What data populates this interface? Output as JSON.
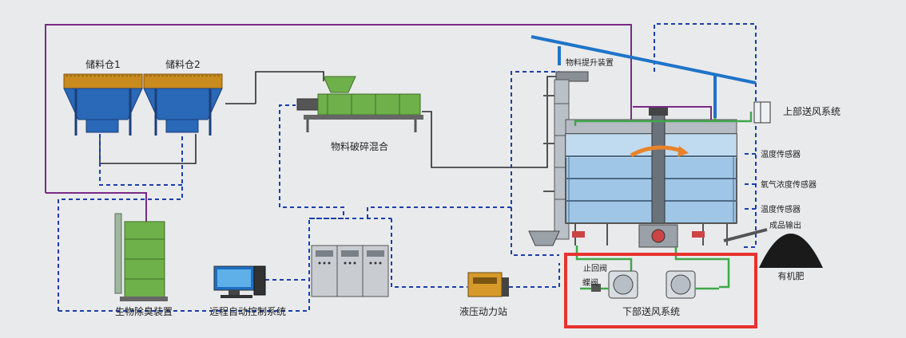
{
  "labels": {
    "silo1": "储料仓1",
    "silo2": "储料仓2",
    "crusher": "物料破碎混合",
    "lift": "物料提升装置",
    "upper_air": "上部送风系统",
    "temp_sensor_top": "温度传感器",
    "oxygen_sensor": "氧气浓度传感器",
    "temp_sensor_bottom": "温度传感器",
    "product_output": "成品输出",
    "fertilizer": "有机肥",
    "deodorizer": "生物除臭装置",
    "remote_control": "远程自动控制系统",
    "hydraulic": "液压动力站",
    "lower_air": "下部送风系统",
    "check_valve": "止回阀",
    "damper": "蝶阀"
  },
  "colors": {
    "background": "#e9eaec",
    "signal_line": "#1b3fa8",
    "power_line": "#7a2a86",
    "material_line": "#2b2b2b",
    "blue_pipe": "#1e74c8",
    "highlight_box": "#e8322e",
    "silo_top": "#c98a1e",
    "silo_body": "#2a68b8",
    "machine_green": "#6eb04a",
    "pipe_green": "#3fa84a"
  }
}
